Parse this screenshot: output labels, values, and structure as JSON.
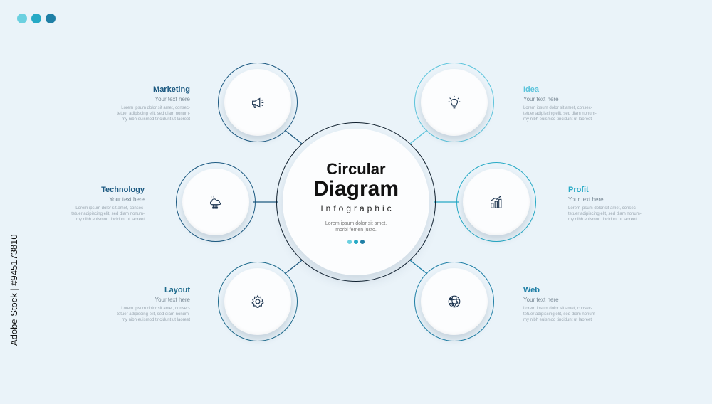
{
  "header_dots": [
    "#6bd0e0",
    "#26a9c5",
    "#1f7fa6"
  ],
  "center": {
    "title_line1": "Circular",
    "title_line2": "Diagram",
    "subtitle": "Infographic",
    "description_line1": "Lorem ipsum dolor sit amet,",
    "description_line2": "morbi femen justo.",
    "dots": [
      "#6bd0e0",
      "#26a9c5",
      "#1f7fa6"
    ]
  },
  "nodes": [
    {
      "id": "marketing",
      "title": "Marketing",
      "subtitle": "Your text here",
      "icon": "megaphone-icon",
      "color": "#1d5a82",
      "body": [
        "Lorem ipsum dolor sit amet, consec-",
        "tetuer adipiscing elit, sed diam nonum-",
        "my nibh euismod tincidunt ut laoreet"
      ]
    },
    {
      "id": "technology",
      "title": "Technology",
      "subtitle": "Your text here",
      "icon": "cloud-chip-icon",
      "color": "#1d5a82",
      "body": [
        "Lorem ipsum dolor sit amet, consec-",
        "tetuer adipiscing elit, sed diam nonum-",
        "my nibh euismod tincidunt ut laoreet"
      ]
    },
    {
      "id": "layout",
      "title": "Layout",
      "subtitle": "Your text here",
      "icon": "gear-icon",
      "color": "#1d6a8c",
      "body": [
        "Lorem ipsum dolor sit amet, consec-",
        "tetuer adipiscing elit, sed diam nonum-",
        "my nibh euismod tincidunt ut laoreet"
      ]
    },
    {
      "id": "idea",
      "title": "Idea",
      "subtitle": "Your text here",
      "icon": "lightbulb-icon",
      "color": "#5cc4dc",
      "body": [
        "Lorem ipsum dolor sit amet, consec-",
        "tetuer adipiscing elit, sed diam nonum-",
        "my nibh euismod tincidunt ut laoreet"
      ]
    },
    {
      "id": "profit",
      "title": "Profit",
      "subtitle": "Your text here",
      "icon": "bar-growth-icon",
      "color": "#26a9c5",
      "body": [
        "Lorem ipsum dolor sit amet, consec-",
        "tetuer adipiscing elit, sed diam nonum-",
        "my nibh euismod tincidunt ut laoreet"
      ]
    },
    {
      "id": "web",
      "title": "Web",
      "subtitle": "Your text here",
      "icon": "globe-icon",
      "color": "#1f7fa6",
      "body": [
        "Lorem ipsum dolor sit amet, consec-",
        "tetuer adipiscing elit, sed diam nonum-",
        "my nibh euismod tincidunt ut laoreet"
      ]
    }
  ],
  "stock_id": "Adobe Stock | #945173810",
  "connector_color": "#1f5a80",
  "center_ring_color": "#0e1e2c"
}
